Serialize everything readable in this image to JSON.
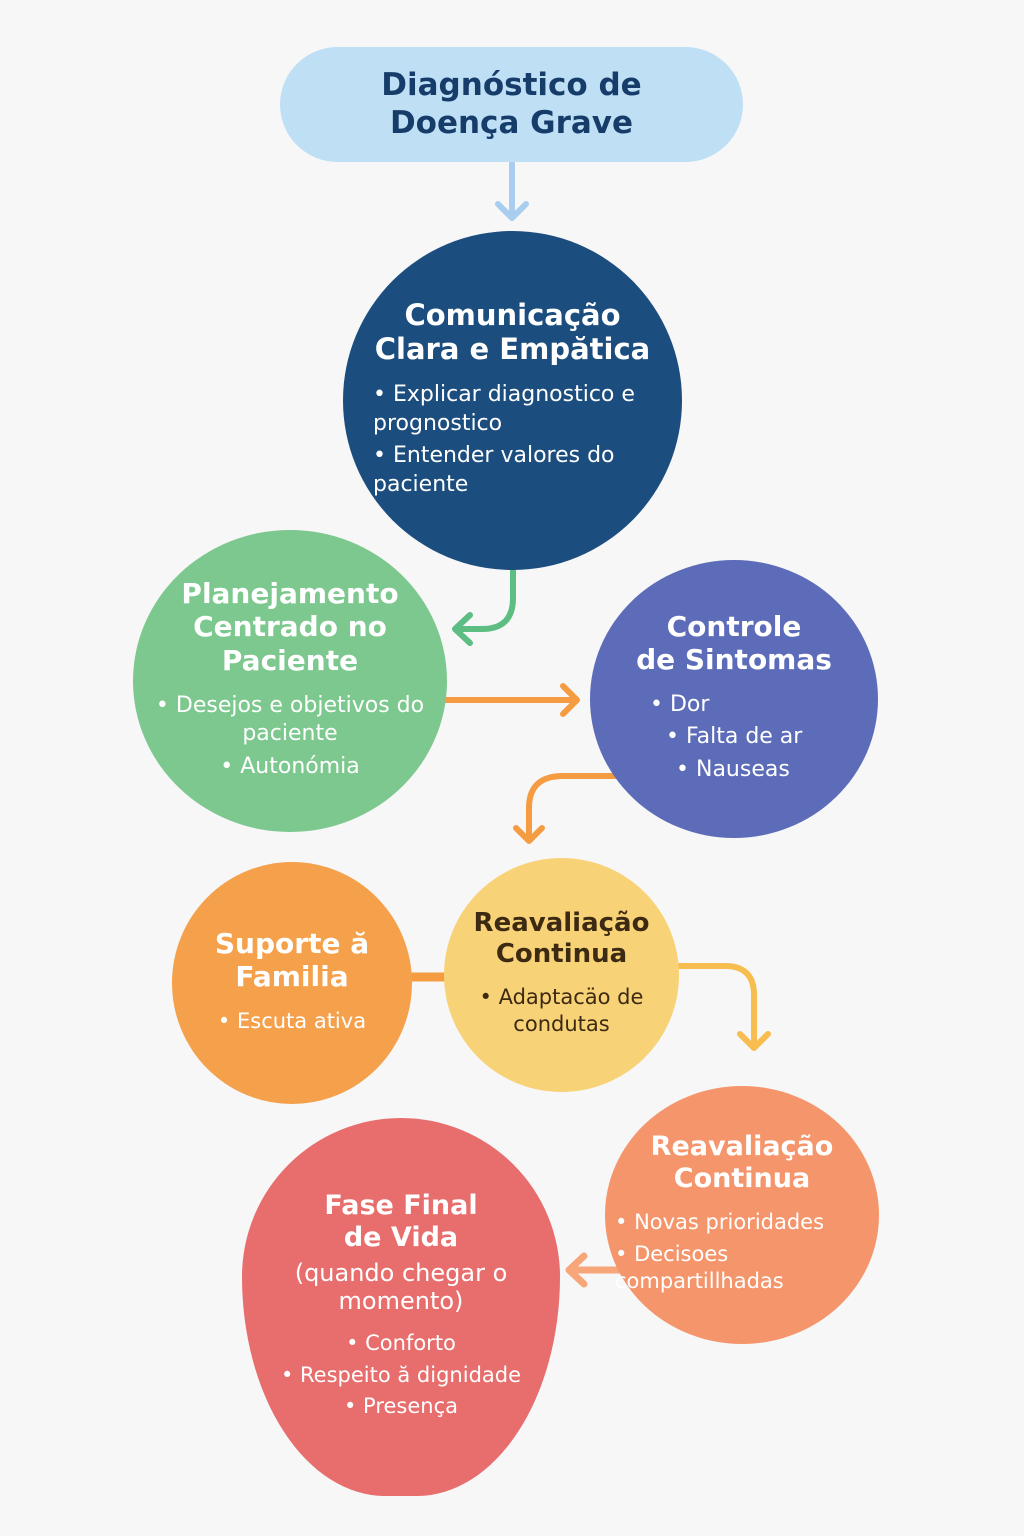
{
  "colors": {
    "background": "#f7f7f8",
    "root_fill": "#bfdff5",
    "root_text": "#163c6a",
    "comunicacao": "#1b4d7e",
    "planejamento": "#7dc88f",
    "controle": "#5c6cb9",
    "suporte": "#f5a04a",
    "reavaliacao_1": "#f8d276",
    "reavaliacao_2": "#f5956b",
    "fase_final": "#e86d6d",
    "arrow_blue": "#a9cdef",
    "arrow_green": "#5dbd82",
    "arrow_orange": "#f59c42",
    "arrow_yellow": "#f7bd4e",
    "arrow_salmon": "#f7a679"
  },
  "nodes": {
    "root": {
      "title_lines": [
        "Diagnóstico de",
        "Doença Grave"
      ]
    },
    "comunicacao": {
      "title_lines": [
        "Comunicação",
        "Clara e Empătica"
      ],
      "bullets": [
        "Explicar diagnostico e prognostico",
        "Entender valores do paciente"
      ]
    },
    "planejamento": {
      "title_lines": [
        "Planejamento",
        "Centrado no",
        "Paciente"
      ],
      "bullets": [
        "Desejos e objetivos do paciente",
        "Autonómia"
      ]
    },
    "controle": {
      "title_lines": [
        "Controle",
        "de Sintomas"
      ],
      "bullets": [
        "Dor",
        "Falta de ar",
        "Nauseas"
      ]
    },
    "suporte": {
      "title_lines": [
        "Suporte ă",
        "Familia"
      ],
      "bullets": [
        "Escuta ativa"
      ]
    },
    "reavaliacao_1": {
      "title_lines": [
        "Reavaliação",
        "Continua"
      ],
      "bullets": [
        "Adaptacäo de condutas"
      ]
    },
    "reavaliacao_2": {
      "title_lines": [
        "Reavaliação",
        "Continua"
      ],
      "bullets": [
        "Novas prioridades",
        "Decisoes compartillhadas"
      ]
    },
    "fase_final": {
      "title_lines": [
        "Fase Final",
        "de Vida"
      ],
      "subtitle_lines": [
        "(quando chegar o",
        "momento)"
      ],
      "bullets": [
        "Conforto",
        "Respeito ă dignidade",
        "Presença"
      ]
    }
  },
  "connections": [
    {
      "from": "root",
      "to": "comunicacao",
      "color": "arrow_blue"
    },
    {
      "from": "comunicacao",
      "to": "planejamento",
      "color": "arrow_green"
    },
    {
      "from": "planejamento",
      "to": "controle",
      "color": "arrow_orange"
    },
    {
      "from": "controle",
      "to": "reavaliacao_1",
      "color": "arrow_orange"
    },
    {
      "from": "suporte",
      "to": "reavaliacao_1",
      "color": "arrow_orange",
      "arrowhead": false
    },
    {
      "from": "reavaliacao_1",
      "to": "reavaliacao_2",
      "color": "arrow_yellow"
    },
    {
      "from": "reavaliacao_2",
      "to": "fase_final",
      "color": "arrow_salmon"
    }
  ]
}
